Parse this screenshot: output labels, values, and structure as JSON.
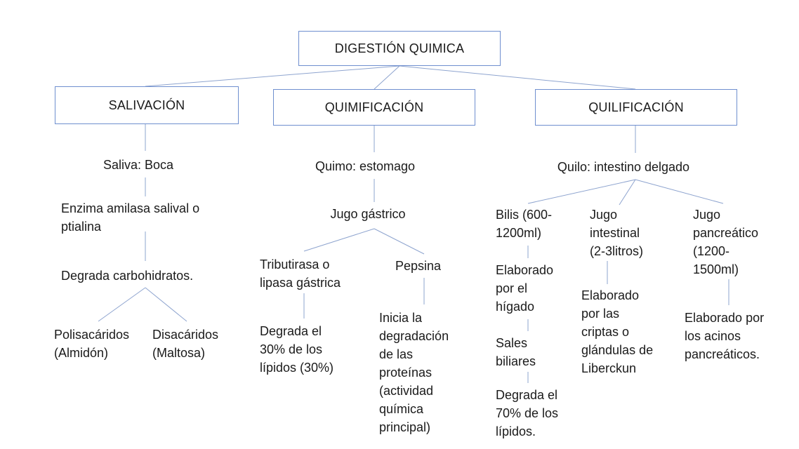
{
  "root": "DIGESTIÓN QUIMICA",
  "stages": {
    "salivacion": {
      "title": "SALIVACIÓN",
      "site": "Saliva: Boca",
      "enzyme": "Enzima amilasa salival o\nptialina",
      "action": "Degrada carbohidratos.",
      "leaf_left": "Polisacáridos\n(Almidón)",
      "leaf_right": "Disacáridos\n(Maltosa)"
    },
    "quimificacion": {
      "title": "QUIMIFICACIÓN",
      "site": "Quimo: estomago",
      "juice": "Jugo gástrico",
      "enzyme_left": "Tributirasa o\nlipasa gástrica",
      "enzyme_right": "Pepsina",
      "action_left": "Degrada el\n30% de los\nlípidos (30%)",
      "action_right": "Inicia la\ndegradación\nde las\nproteínas\n(actividad\nquímica\nprincipal)"
    },
    "quilificacion": {
      "title": "QUILIFICACIÓN",
      "site": "Quilo: intestino delgado",
      "bilis": "Bilis (600-\n1200ml)",
      "bilis_source": "Elaborado\npor el\nhígado",
      "bilis_salts": "Sales\nbiliares",
      "bilis_action": "Degrada el\n70% de los\nlípidos.",
      "intestinal": "Jugo\nintestinal\n(2-3litros)",
      "intestinal_source": "Elaborado\npor las\ncriptas o\nglándulas de\nLiberckun",
      "pancreatic": "Jugo\npancreático\n(1200-\n1500ml)",
      "pancreatic_source": "Elaborado por\nlos acinos\npancreáticos."
    }
  }
}
